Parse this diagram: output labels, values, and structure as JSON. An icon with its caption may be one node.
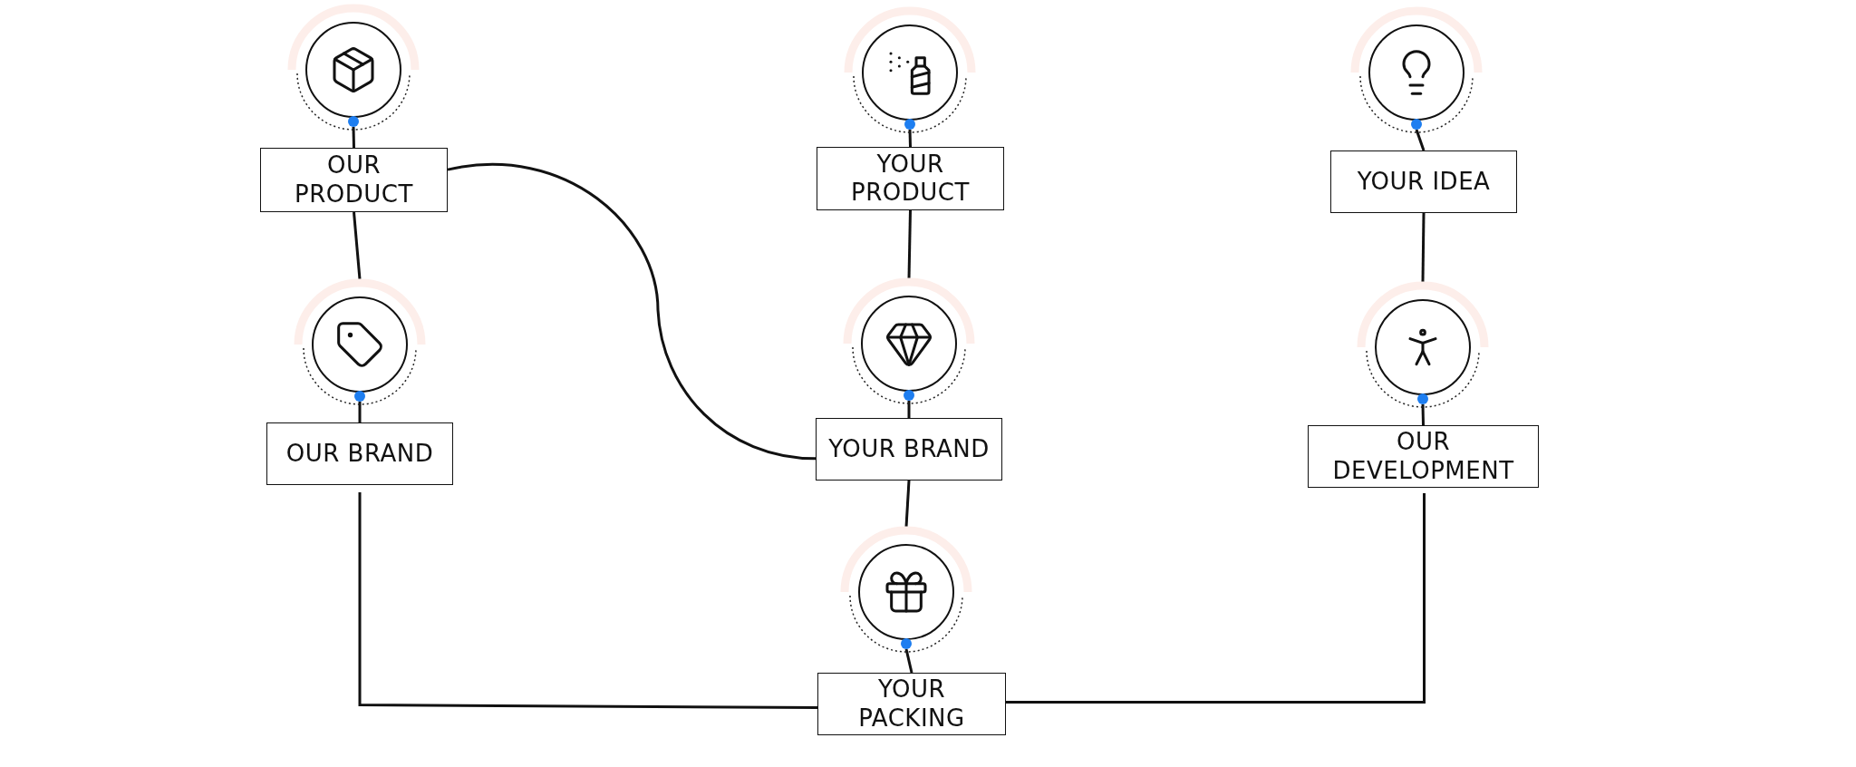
{
  "diagram": {
    "nodes": [
      {
        "text": [],
        "shape": "circle"
      },
      {
        "text": [
          "OUR PRODUCT"
        ]
      },
      {
        "text": [],
        "shape": "circle"
      },
      {
        "text": [
          "OUR BRAND"
        ]
      },
      {
        "text": [],
        "shape": "circle"
      },
      {
        "text": [
          "YOUR PRODUCT"
        ]
      },
      {
        "text": [],
        "shape": "circle"
      },
      {
        "text": [
          "YOUR BRAND"
        ]
      },
      {
        "text": [],
        "shape": "circle"
      },
      {
        "text": [
          "YOUR PACKING"
        ]
      },
      {
        "text": [],
        "shape": "circle"
      },
      {
        "text": [
          "YOUR IDEA"
        ]
      },
      {
        "text": [],
        "shape": "circle"
      },
      {
        "text": [
          "OUR DEVELOPMENT"
        ]
      }
    ],
    "edges": [
      {
        "from": 0,
        "to": 1,
        "arrow": "none"
      },
      {
        "from": 1,
        "to": 2,
        "arrow": "none"
      },
      {
        "from": 2,
        "to": 3,
        "arrow": "none"
      },
      {
        "from": 1,
        "to": 7,
        "arrow": "none"
      },
      {
        "from": 3,
        "to": 9,
        "arrow": "none"
      },
      {
        "from": 4,
        "to": 5,
        "arrow": "none"
      },
      {
        "from": 5,
        "to": 6,
        "arrow": "none"
      },
      {
        "from": 6,
        "to": 7,
        "arrow": "none"
      },
      {
        "from": 7,
        "to": 8,
        "arrow": "none"
      },
      {
        "from": 8,
        "to": 9,
        "arrow": "none"
      },
      {
        "from": 10,
        "to": 11,
        "arrow": "none"
      },
      {
        "from": 11,
        "to": 12,
        "arrow": "none"
      },
      {
        "from": 12,
        "to": 13,
        "arrow": "none"
      },
      {
        "from": 9,
        "to": 13,
        "arrow": "none"
      }
    ]
  }
}
